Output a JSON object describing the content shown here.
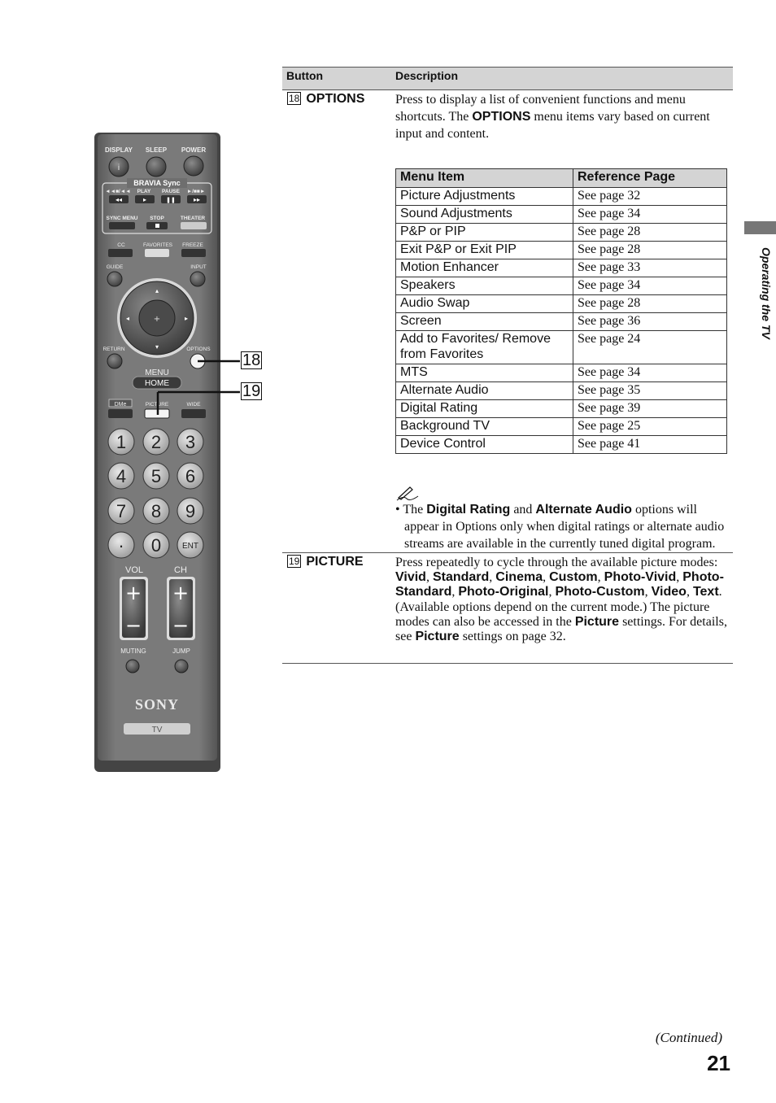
{
  "remote": {
    "top_labels": [
      "DISPLAY",
      "SLEEP",
      "POWER"
    ],
    "bravia_sync": "BRAVIA Sync",
    "transport_labels": [
      "◄◄■/◄◄",
      "PLAY",
      "PAUSE",
      "►/■■►"
    ],
    "sync_row": [
      "SYNC MENU",
      "STOP",
      "THEATER"
    ],
    "fav_row": [
      "CC",
      "FAVORITES",
      "FREEZE"
    ],
    "guide": "GUIDE",
    "input": "INPUT",
    "return": "RETURN",
    "options": "OPTIONS",
    "menu": "MENU",
    "home": "HOME",
    "dme": "DMe",
    "picture": "PICTURE",
    "wide": "WIDE",
    "digits": [
      "1",
      "2",
      "3",
      "4",
      "5",
      "6",
      "7",
      "8",
      "9",
      "·",
      "0",
      "ENT"
    ],
    "vol": "VOL",
    "ch": "CH",
    "muting": "MUTING",
    "jump": "JUMP",
    "brand": "SONY",
    "tv": "TV",
    "callouts": [
      "18",
      "19"
    ]
  },
  "table": {
    "header": {
      "button": "Button",
      "description": "Description"
    },
    "options": {
      "num": "18",
      "label": "OPTIONS",
      "desc_a": "Press to display a list of convenient functions and menu shortcuts. The ",
      "desc_bold": "OPTIONS",
      "desc_b": " menu items vary based on current input and content."
    },
    "menu_header": {
      "item": "Menu Item",
      "ref": "Reference Page"
    },
    "menu_rows": [
      {
        "item": "Picture Adjustments",
        "ref": "See page 32"
      },
      {
        "item": "Sound Adjustments",
        "ref": "See page 34"
      },
      {
        "item": "P&P or PIP",
        "ref": "See page 28"
      },
      {
        "item": "Exit P&P or Exit PIP",
        "ref": "See page 28"
      },
      {
        "item": "Motion Enhancer",
        "ref": "See page 33"
      },
      {
        "item": "Speakers",
        "ref": "See page 34"
      },
      {
        "item": "Audio Swap",
        "ref": "See page 28"
      },
      {
        "item": "Screen",
        "ref": "See page 36"
      },
      {
        "item": "Add to Favorites/ Remove from Favorites",
        "ref": "See page 24"
      },
      {
        "item": "MTS",
        "ref": "See page 34"
      },
      {
        "item": "Alternate Audio",
        "ref": "See page 35"
      },
      {
        "item": "Digital Rating",
        "ref": "See page 39"
      },
      {
        "item": "Background TV",
        "ref": "See page 25"
      },
      {
        "item": "Device Control",
        "ref": "See page 41"
      }
    ],
    "note": {
      "bullet": "•",
      "the": "The ",
      "b1": "Digital Rating",
      "and": " and ",
      "b2": "Alternate Audio",
      "rest": " options will appear in Options only when digital ratings or alternate audio streams are available in the currently tuned digital program."
    },
    "picture": {
      "num": "19",
      "label": "PICTURE",
      "p1": "Press repeatedly to cycle through the available picture modes: ",
      "modes": [
        "Vivid",
        "Standard",
        "Cinema",
        "Custom",
        "Photo-Vivid",
        "Photo-Standard",
        "Photo-Original",
        "Photo-Custom",
        "Video",
        "Text"
      ],
      "p2": ". (Available options depend on the current mode.) The picture modes can also be accessed in the ",
      "b_picture1": "Picture",
      "p3": " settings. For details, see ",
      "b_picture2": "Picture",
      "p4": " settings on page 32."
    }
  },
  "side_label": "Operating the TV",
  "continued": "(Continued)",
  "page_number": "21"
}
